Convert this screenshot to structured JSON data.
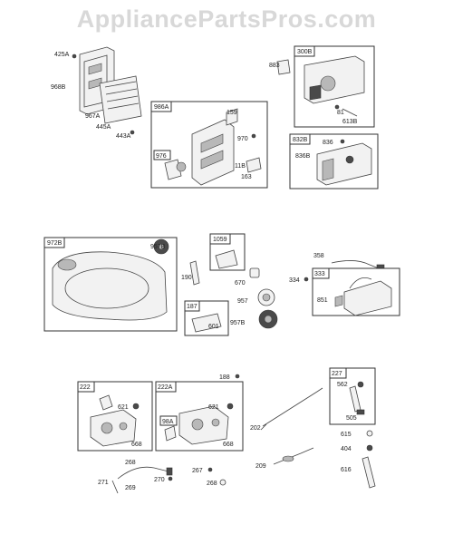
{
  "watermark": "AppliancePartsPros.com",
  "boxes": {
    "b986a": "986A",
    "b976": "976",
    "b300b": "300B",
    "b832b": "832B",
    "b972b": "972B",
    "b1059": "1059",
    "b187": "187",
    "b333": "333",
    "b222": "222",
    "b222a": "222A",
    "b98a": "98A",
    "b227": "227"
  },
  "labels": {
    "l425a": "425A",
    "l968b": "968B",
    "l967a": "967A",
    "l445a": "445A",
    "l443a": "443A",
    "l159": "159",
    "l970": "970",
    "l11b": "11B",
    "l163": "163",
    "l883": "883",
    "l81": "81",
    "l613b": "613B",
    "l836": "836",
    "l836b": "836B",
    "l957b_top": "957B",
    "l190": "190",
    "l670": "670",
    "l957": "957",
    "l601": "601",
    "l957b_bot": "957B",
    "l358": "358",
    "l334": "334",
    "l851": "851",
    "l188": "188",
    "l621a": "621",
    "l668a": "668",
    "l621b": "621",
    "l668b": "668",
    "l202": "202",
    "l209": "209",
    "l562": "562",
    "l505": "505",
    "l615": "615",
    "l404": "404",
    "l616": "616",
    "l268a": "268",
    "l271": "271",
    "l269": "269",
    "l270": "270",
    "l267": "267",
    "l268b": "268"
  }
}
